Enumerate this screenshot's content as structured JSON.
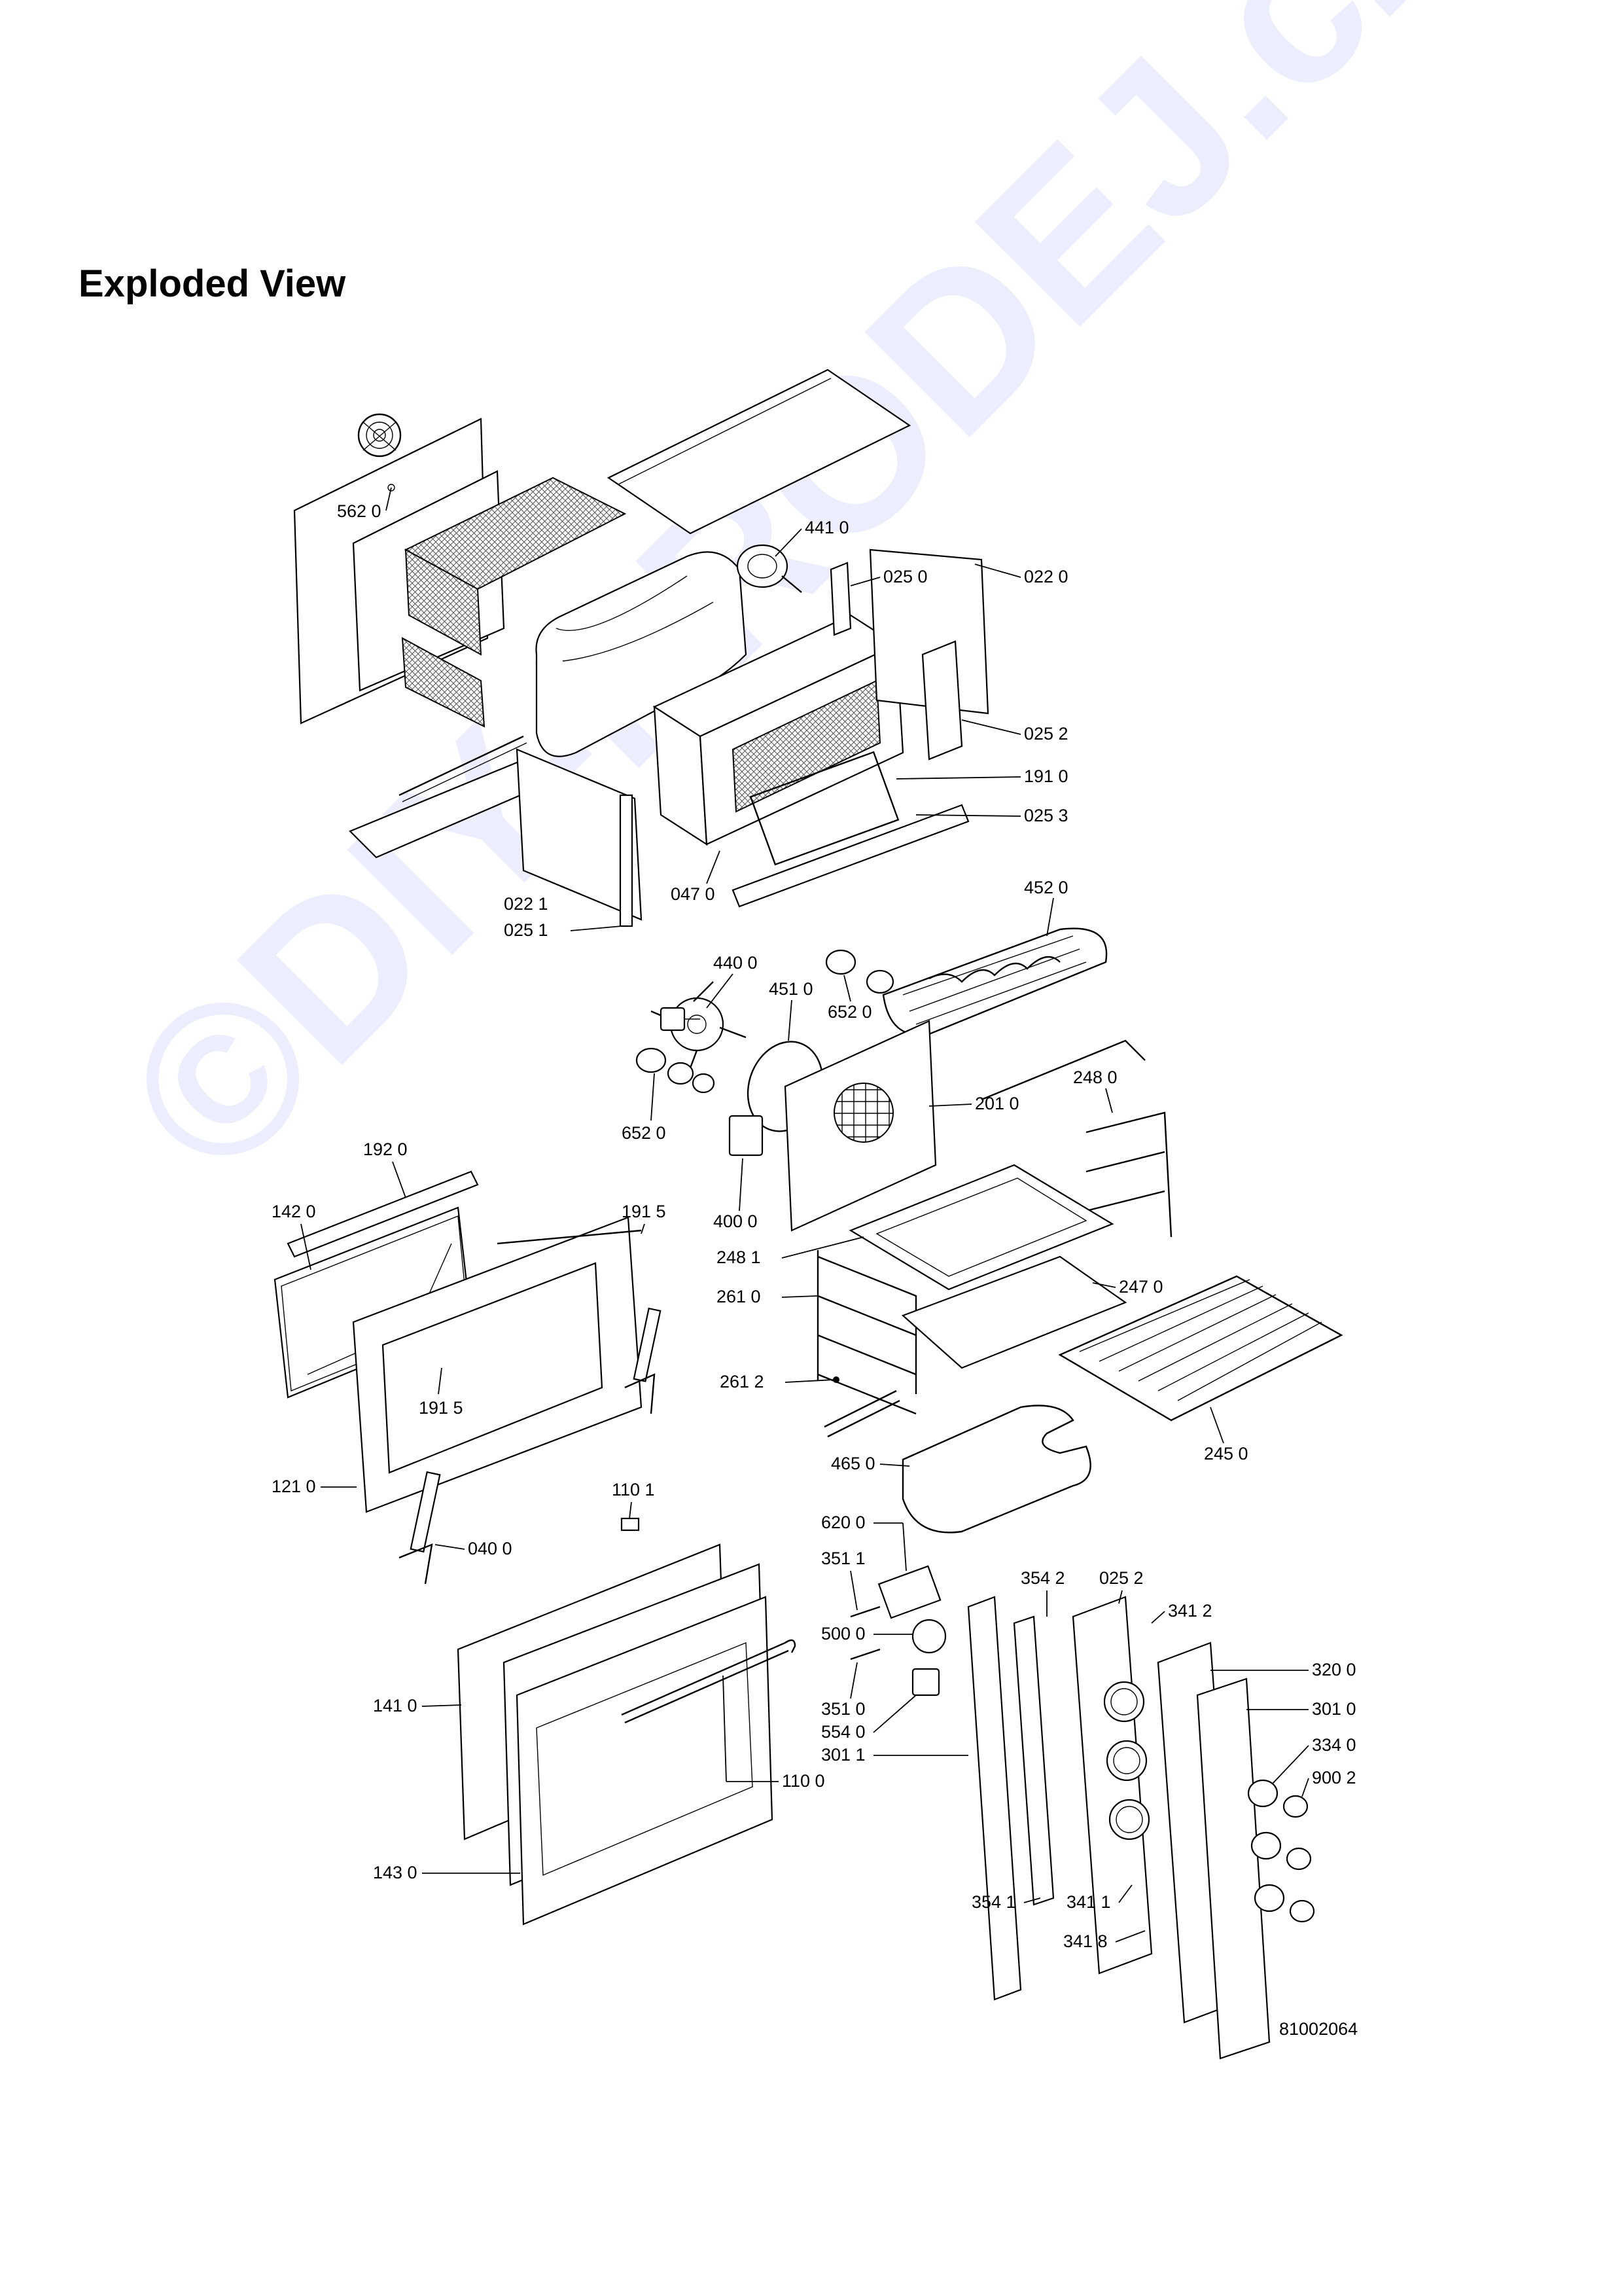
{
  "title": "Exploded View",
  "drawing_number": "81002064",
  "watermark": "©DIY-PRODEJ.cz",
  "parts": {
    "p562_0": "562 0",
    "p441_0": "441 0",
    "p025_0": "025 0",
    "p022_0": "022 0",
    "p025_2_top": "025 2",
    "p191_0": "191 0",
    "p025_3": "025 3",
    "p022_1": "022 1",
    "p025_1": "025 1",
    "p047_0": "047 0",
    "p452_0": "452 0",
    "p440_0": "440 0",
    "p451_0": "451 0",
    "p652_0_right": "652 0",
    "p652_0_left": "652 0",
    "p201_0": "201 0",
    "p248_0": "248 0",
    "p400_0": "400 0",
    "p248_1": "248 1",
    "p261_0": "261 0",
    "p247_0": "247 0",
    "p261_2": "261 2",
    "p465_0": "465 0",
    "p245_0": "245 0",
    "p192_0": "192 0",
    "p142_0": "142 0",
    "p191_5_top": "191 5",
    "p191_5_inner": "191 5",
    "p121_0": "121 0",
    "p040_0": "040 0",
    "p110_1": "110 1",
    "p141_0": "141 0",
    "p110_0": "110 0",
    "p143_0": "143 0",
    "p620_0": "620 0",
    "p351_1": "351 1",
    "p500_0": "500 0",
    "p351_0": "351 0",
    "p554_0": "554 0",
    "p301_1": "301 1",
    "p354_2": "354 2",
    "p025_2_bottom": "025 2",
    "p341_2": "341 2",
    "p320_0": "320 0",
    "p301_0": "301 0",
    "p334_0": "334 0",
    "p900_2": "900 2",
    "p354_1": "354 1",
    "p341_1": "341 1",
    "p341_8": "341 8"
  }
}
